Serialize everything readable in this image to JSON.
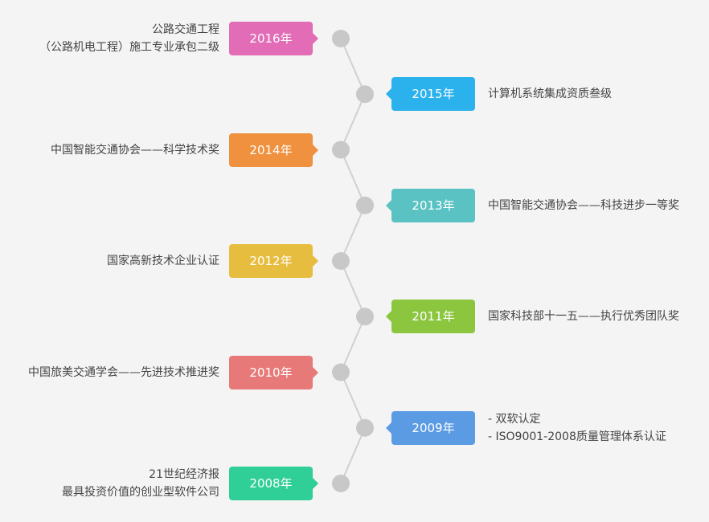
{
  "line_color": "#d0d0d0",
  "node_color": "#c8c8c8",
  "events": [
    {
      "year": "2016年",
      "side": "left",
      "color": "#e36cb6",
      "lines": [
        "公路交通工程",
        "（公路机电工程）施工专业承包二级"
      ]
    },
    {
      "year": "2015年",
      "side": "right",
      "color": "#2bb1ec",
      "lines": [
        "计算机系统集成资质叁级"
      ]
    },
    {
      "year": "2014年",
      "side": "left",
      "color": "#ef913e",
      "lines": [
        "中国智能交通协会——科学技术奖"
      ]
    },
    {
      "year": "2013年",
      "side": "right",
      "color": "#5bc2c4",
      "lines": [
        "中国智能交通协会——科技进步一等奖"
      ]
    },
    {
      "year": "2012年",
      "side": "left",
      "color": "#e7bd40",
      "lines": [
        "国家高新技术企业认证"
      ]
    },
    {
      "year": "2011年",
      "side": "right",
      "color": "#8cc63f",
      "lines": [
        "国家科技部十一五——执行优秀团队奖"
      ]
    },
    {
      "year": "2010年",
      "side": "left",
      "color": "#e87979",
      "lines": [
        "中国旅美交通学会——先进技术推进奖"
      ]
    },
    {
      "year": "2009年",
      "side": "right",
      "color": "#5b9be4",
      "lines": [
        "- 双软认定",
        "- ISO9001-2008质量管理体系认证"
      ]
    },
    {
      "year": "2008年",
      "side": "left",
      "color": "#2fcf97",
      "lines": [
        "21世纪经济报",
        "最具投资价值的创业型软件公司"
      ]
    }
  ]
}
